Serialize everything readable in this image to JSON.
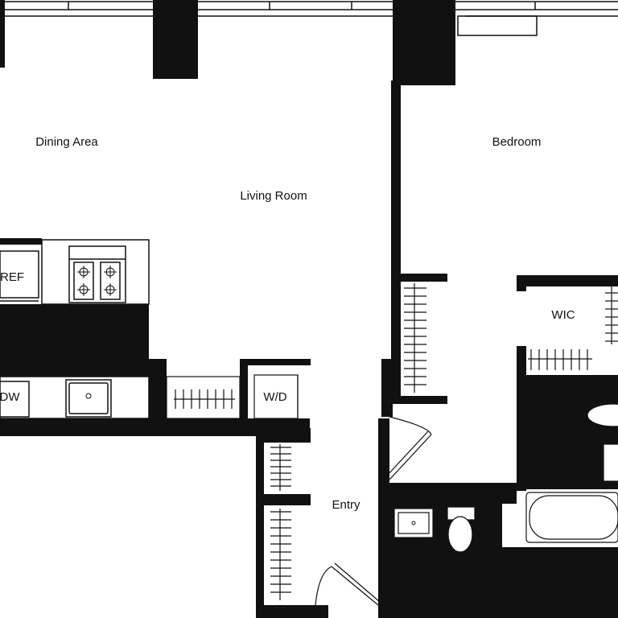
{
  "rooms": {
    "dining_area": "Dining Area",
    "living_room": "Living Room",
    "bedroom": "Bedroom",
    "entry": "Entry",
    "wic": "WIC"
  },
  "appliances": {
    "refrigerator": "REF",
    "dishwasher": "DW",
    "washer_dryer": "W/D"
  },
  "colors": {
    "wall": "#111111",
    "line": "#111111",
    "background": "#ffffff"
  }
}
